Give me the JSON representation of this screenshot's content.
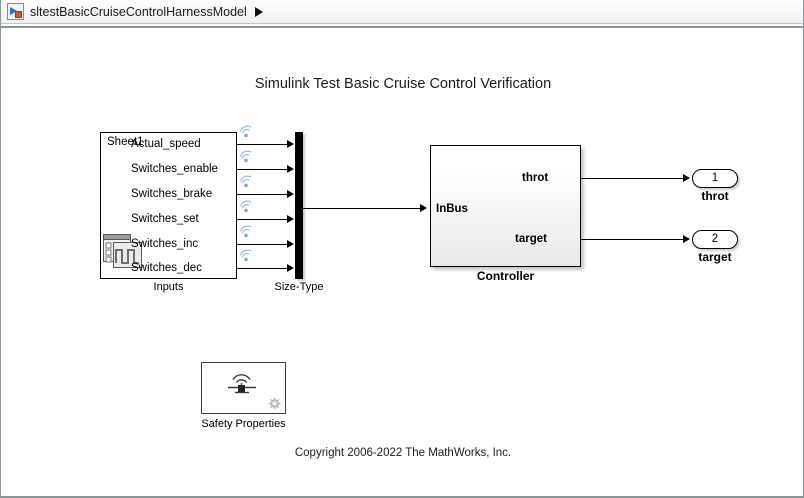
{
  "window": {
    "title": "sltestBasicCruiseControlHarnessModel",
    "icon": "simulink-harness-icon",
    "caret": "play-triangle-icon"
  },
  "diagram": {
    "title": "Simulink Test Basic Cruise Control Verification",
    "copyright": "Copyright 2006-2022 The MathWorks, Inc.",
    "inputs_block": {
      "name": "Inputs",
      "sheet_label": "Sheet1",
      "icon": "signal-builder-icon",
      "signals": [
        {
          "label": "Actual_speed",
          "badge": "signal-logging-icon"
        },
        {
          "label": "Switches_enable",
          "badge": "signal-logging-icon"
        },
        {
          "label": "Switches_brake",
          "badge": "signal-logging-icon"
        },
        {
          "label": "Switches_set",
          "badge": "signal-logging-icon"
        },
        {
          "label": "Switches_inc",
          "badge": "signal-logging-icon"
        },
        {
          "label": "Switches_dec",
          "badge": "signal-logging-icon"
        }
      ]
    },
    "bus_creator": {
      "name": "Size-Type"
    },
    "controller": {
      "name": "Controller",
      "input_ports": [
        {
          "label": "InBus"
        }
      ],
      "output_ports": [
        {
          "label": "throt"
        },
        {
          "label": "target"
        }
      ]
    },
    "outports": [
      {
        "number": "1",
        "label": "throt"
      },
      {
        "number": "2",
        "label": "target"
      }
    ],
    "safety_block": {
      "name": "Safety Properties",
      "icon": "verification-subsystem-icon",
      "badge": "gear-icon"
    }
  },
  "colors": {
    "canvas": "#ffffff",
    "line": "#000000",
    "badge_blue": "#7fa8d4",
    "titlebar_border": "#8d9699",
    "accent_orange": "#d4542a",
    "accent_blue": "#2a6fc4"
  }
}
